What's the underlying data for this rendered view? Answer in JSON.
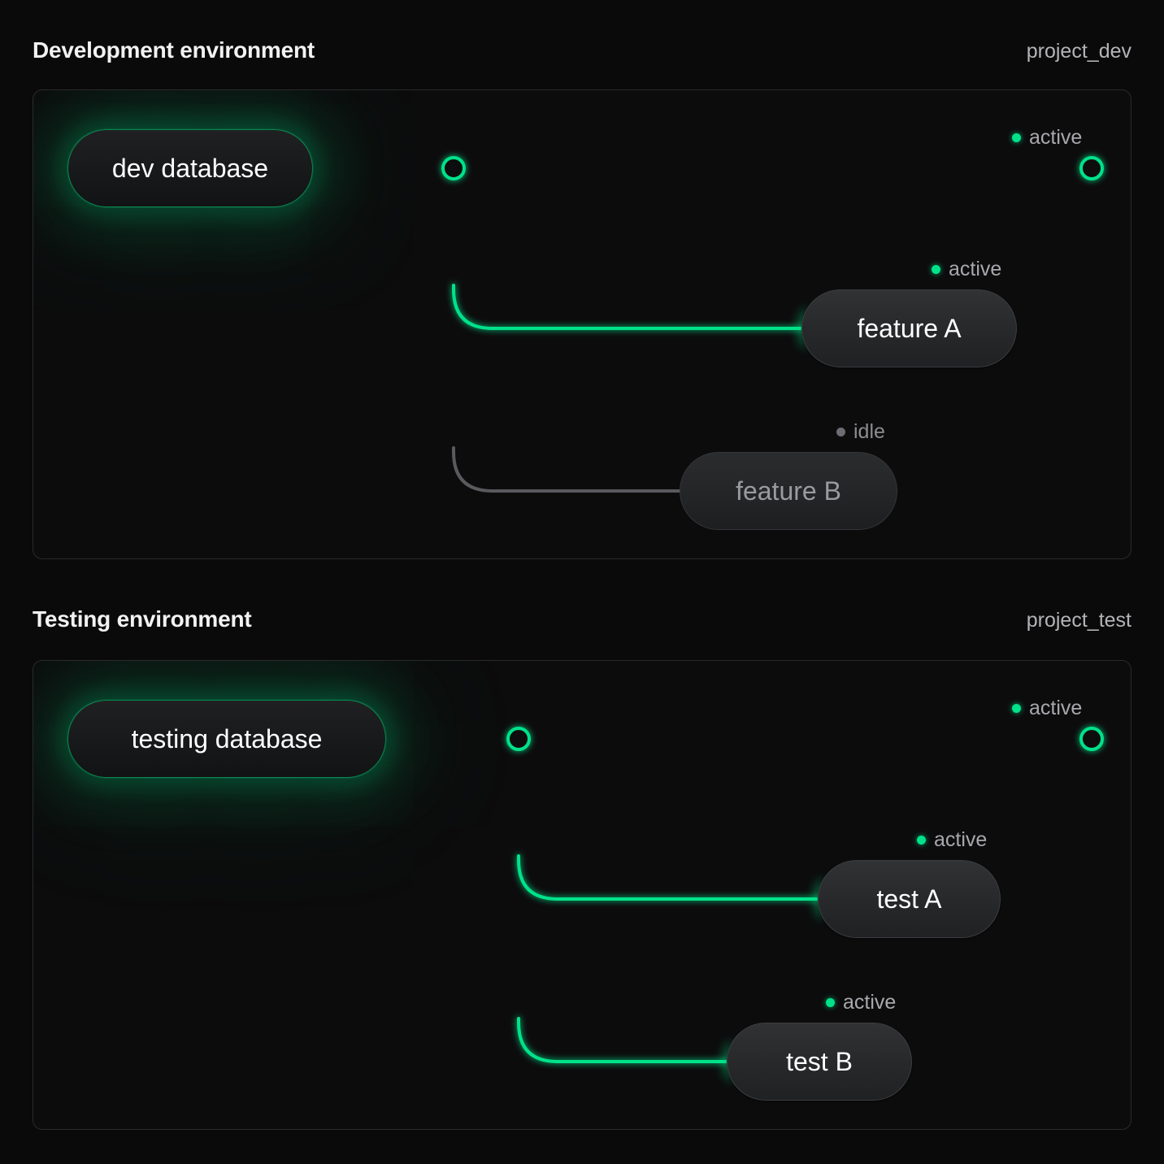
{
  "page": {
    "background": "#0a0a0b",
    "accent_green": "#00e28a",
    "idle_grey": "#6c6c72"
  },
  "sections": [
    {
      "id": "development",
      "title": "Development environment",
      "project": "project_dev",
      "source_node": {
        "label": "dev database",
        "status": "active"
      },
      "trunk_status": "active",
      "main_status": {
        "label": "active",
        "state": "active"
      },
      "branches": [
        {
          "node_label": "feature A",
          "status_label": "active",
          "state": "active"
        },
        {
          "node_label": "feature B",
          "status_label": "idle",
          "state": "idle"
        }
      ]
    },
    {
      "id": "testing",
      "title": "Testing environment",
      "project": "project_test",
      "source_node": {
        "label": "testing database",
        "status": "active"
      },
      "trunk_status": "active",
      "main_status": {
        "label": "active",
        "state": "active"
      },
      "branches": [
        {
          "node_label": "test A",
          "status_label": "active",
          "state": "active"
        },
        {
          "node_label": "test B",
          "status_label": "active",
          "state": "active"
        }
      ]
    }
  ]
}
